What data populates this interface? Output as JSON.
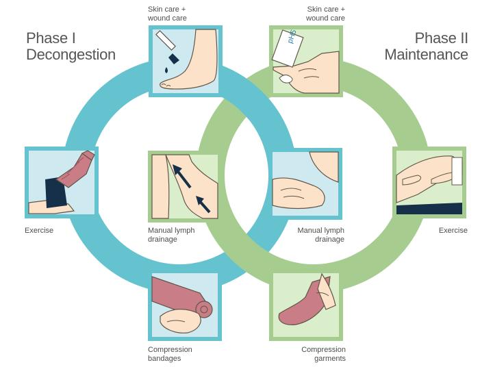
{
  "phases": {
    "phase1": {
      "line1": "Phase I",
      "line2": "Decongestion",
      "ring_color": "#65c3cf",
      "panel_color": "#cfe9f1"
    },
    "phase2": {
      "line1": "Phase II",
      "line2": "Maintenance",
      "ring_color": "#a6cd8f",
      "panel_color": "#dbeecb"
    }
  },
  "labels": {
    "skin1": {
      "line1": "Skin care +",
      "line2": "wound care"
    },
    "skin2": {
      "line1": "Skin care +",
      "line2": "wound care"
    },
    "exercise1": "Exercise",
    "exercise2": "Exercise",
    "mld1": {
      "line1": "Manual lymph",
      "line2": "drainage"
    },
    "mld2": {
      "line1": "Manual lymph",
      "line2": "drainage"
    },
    "bandages": {
      "line1": "Compression",
      "line2": "bandages"
    },
    "garments": {
      "line1": "Compression",
      "line2": "garments"
    }
  },
  "tube_text": "pH5",
  "icons": {
    "brush-foot": "skin-care-brush-icon",
    "cream-tube": "skin-care-cream-icon",
    "leg-exercise-1": "exercise-bandaged-leg-icon",
    "leg-exercise-2": "exercise-leg-icon",
    "mld-1": "lymph-drainage-arrows-icon",
    "mld-2": "lymph-drainage-hands-icon",
    "bandage": "compression-bandage-icon",
    "garment": "compression-garment-icon"
  },
  "colors": {
    "skin": "#fbe2c8",
    "skin_line": "#5f5548",
    "bandage": "#c97d86",
    "navy": "#16304a"
  }
}
